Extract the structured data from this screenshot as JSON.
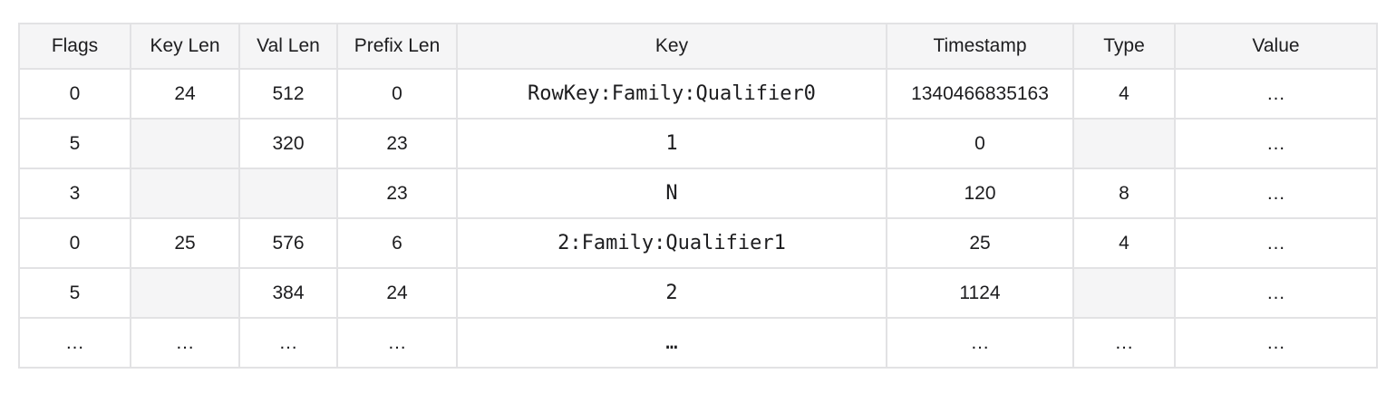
{
  "colors": {
    "header_background": "#f5f5f6",
    "empty_cell_background": "#f5f5f6",
    "border": "#e2e2e4",
    "text": "#1d1d1f",
    "page_background": "#ffffff"
  },
  "chart_data": {
    "type": "table",
    "columns": [
      "Flags",
      "Key Len",
      "Val Len",
      "Prefix Len",
      "Key",
      "Timestamp",
      "Type",
      "Value"
    ],
    "mono_columns": [
      4
    ],
    "rows": [
      [
        "0",
        "24",
        "512",
        "0",
        "RowKey:Family:Qualifier0",
        "1340466835163",
        "4",
        "…"
      ],
      [
        "5",
        null,
        "320",
        "23",
        "1",
        "0",
        null,
        "…"
      ],
      [
        "3",
        null,
        null,
        "23",
        "N",
        "120",
        "8",
        "…"
      ],
      [
        "0",
        "25",
        "576",
        "6",
        "2:Family:Qualifier1",
        "25",
        "4",
        "…"
      ],
      [
        "5",
        null,
        "384",
        "24",
        "2",
        "1124",
        null,
        "…"
      ],
      [
        "…",
        "…",
        "…",
        "…",
        "…",
        "…",
        "…",
        "…"
      ]
    ]
  }
}
